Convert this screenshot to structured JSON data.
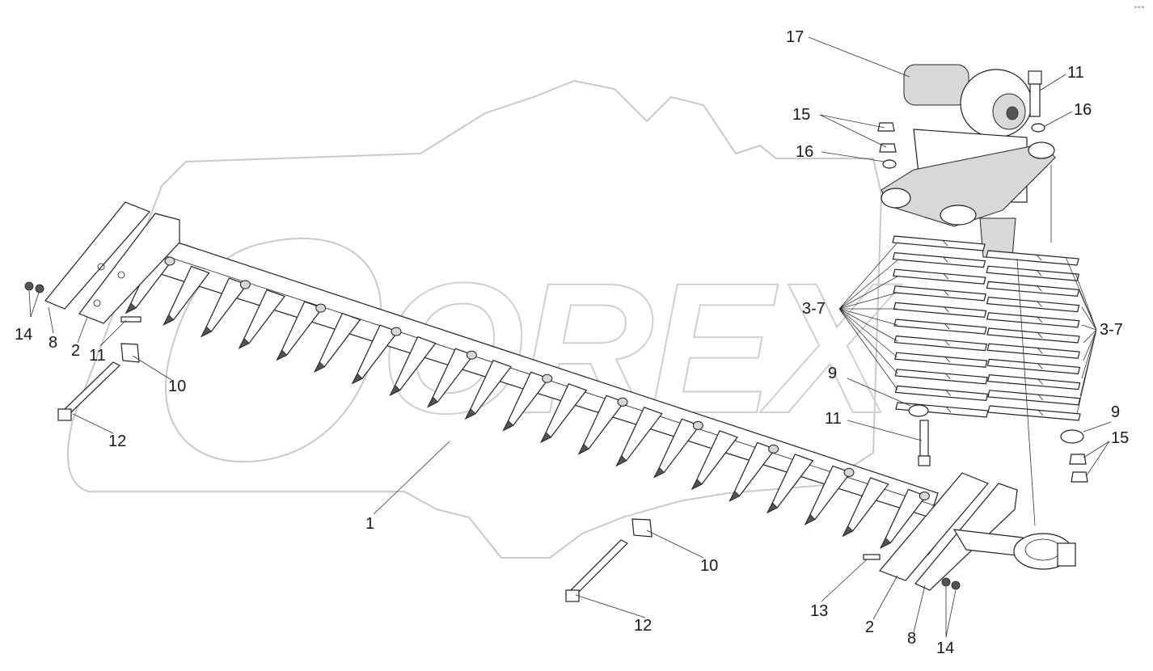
{
  "diagram": {
    "watermark": "OREX",
    "corner_mark": "°°°",
    "callouts": [
      {
        "id": "c17",
        "text": "17"
      },
      {
        "id": "c11-top",
        "text": "11"
      },
      {
        "id": "c15-top",
        "text": "15"
      },
      {
        "id": "c16-right",
        "text": "16"
      },
      {
        "id": "c16-left",
        "text": "16"
      },
      {
        "id": "c3-7-left",
        "text": "3-7"
      },
      {
        "id": "c3-7-right",
        "text": "3-7"
      },
      {
        "id": "c9-left",
        "text": "9"
      },
      {
        "id": "c9-right",
        "text": "9"
      },
      {
        "id": "c15-right",
        "text": "15"
      },
      {
        "id": "c11-mid",
        "text": "11"
      },
      {
        "id": "c14-left",
        "text": "14"
      },
      {
        "id": "c8-left",
        "text": "8"
      },
      {
        "id": "c2-left",
        "text": "2"
      },
      {
        "id": "c11-left",
        "text": "11"
      },
      {
        "id": "c10-left",
        "text": "10"
      },
      {
        "id": "c12-left",
        "text": "12"
      },
      {
        "id": "c1",
        "text": "1"
      },
      {
        "id": "c10-bottom",
        "text": "10"
      },
      {
        "id": "c12-bottom",
        "text": "12"
      },
      {
        "id": "c13",
        "text": "13"
      },
      {
        "id": "c2-right",
        "text": "2"
      },
      {
        "id": "c8-right",
        "text": "8"
      },
      {
        "id": "c14-right",
        "text": "14"
      }
    ]
  }
}
